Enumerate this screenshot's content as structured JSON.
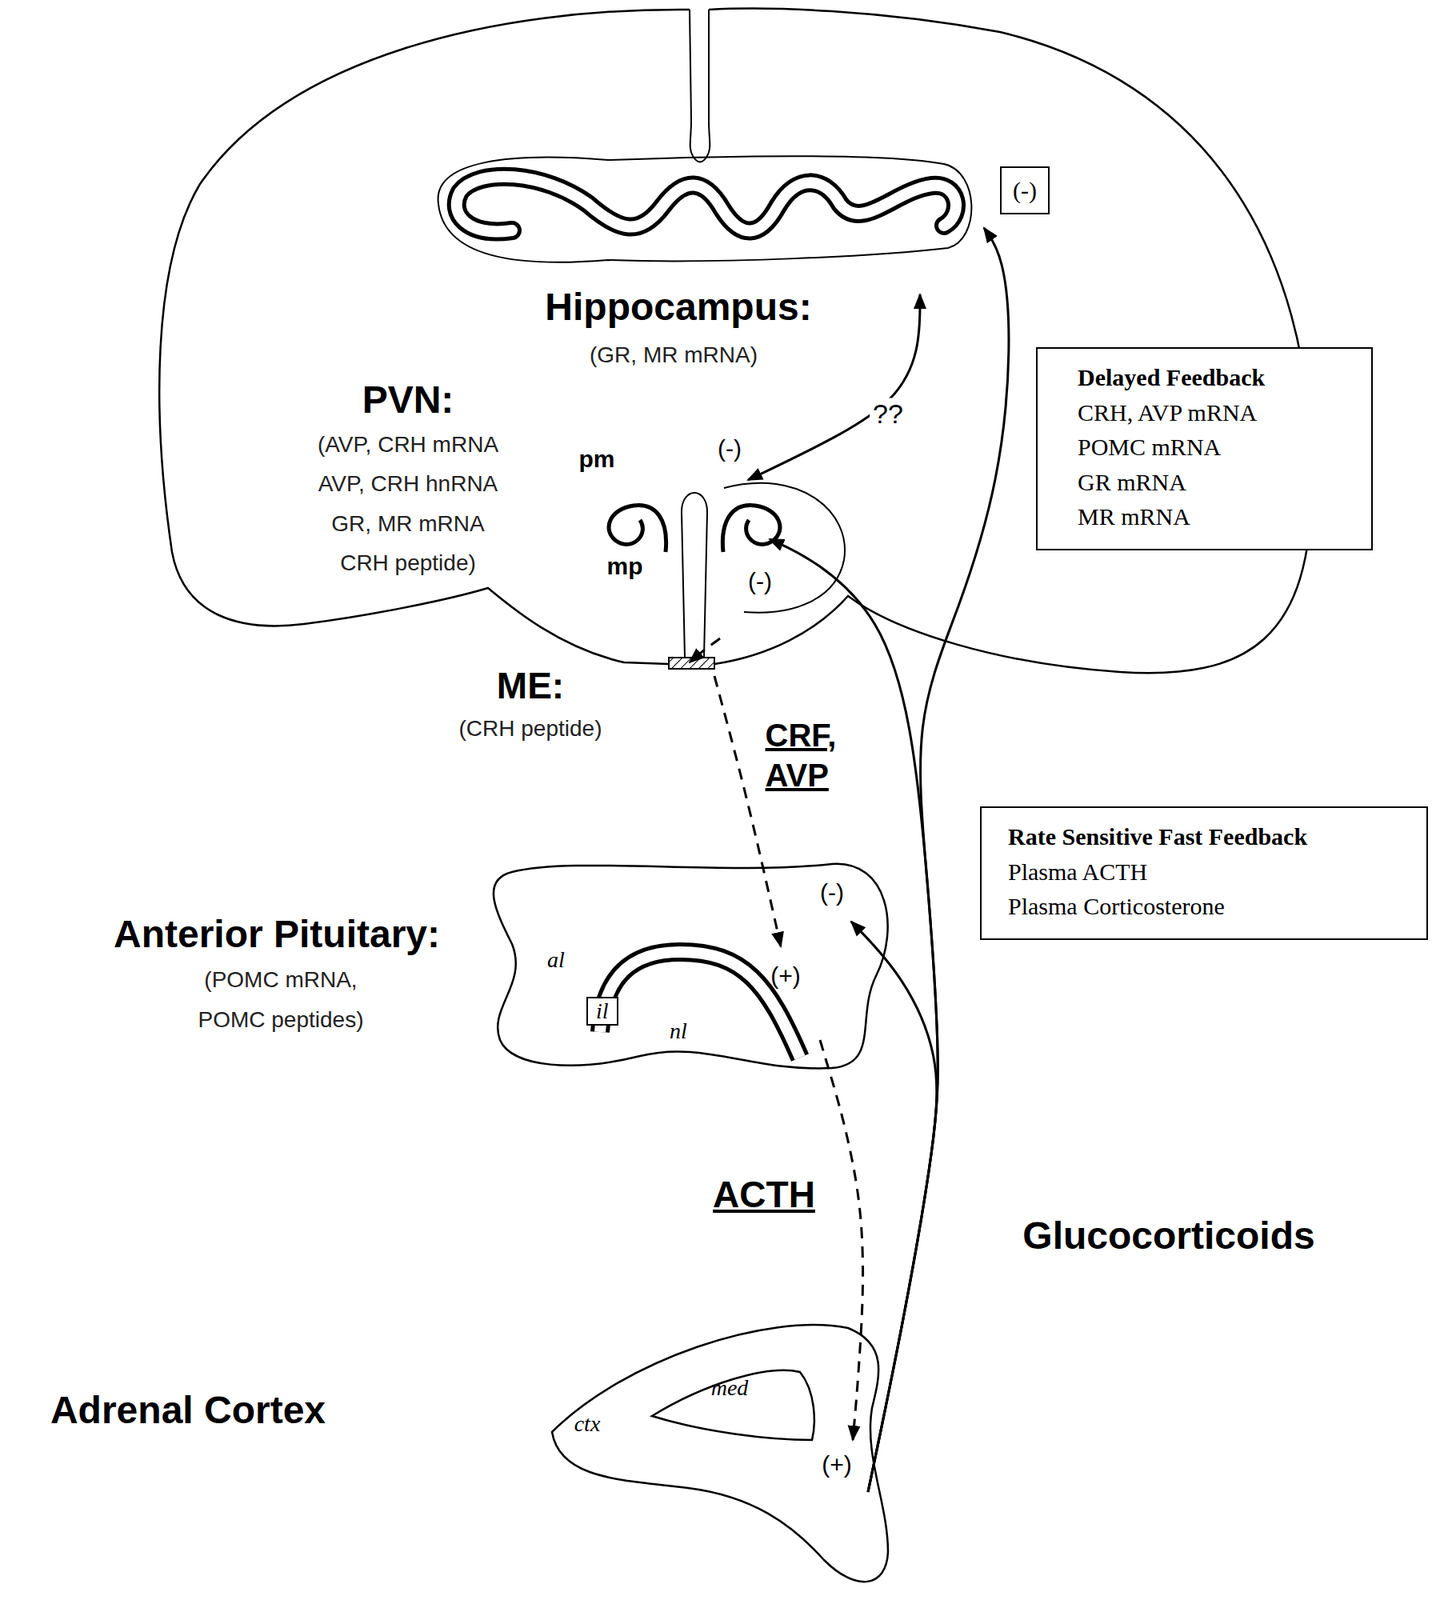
{
  "diagram": {
    "nodes": [
      {
        "text": [
          "Hippocampus:",
          "(GR, MR mRNA)"
        ]
      },
      {
        "text": [
          "(-)"
        ]
      },
      {
        "text": [
          "PVN:",
          "(AVP, CRH mRNA",
          "AVP, CRH hnRNA",
          "GR, MR mRNA",
          "CRH peptide)"
        ]
      },
      {
        "text": [
          "Delayed Feedback",
          "CRH, AVP mRNA",
          "POMC mRNA",
          "GR mRNA",
          "MR mRNA"
        ]
      },
      {
        "text": [
          "ME:",
          "(CRH peptide)"
        ]
      },
      {
        "text": [
          "Rate Sensitive Fast Feedback",
          "Plasma ACTH",
          "Plasma Corticosterone"
        ]
      },
      {
        "text": [
          "Anterior Pituitary:",
          "(POMC mRNA, POMC peptides)"
        ]
      },
      {
        "text": [
          "il"
        ],
        "in": 6
      },
      {
        "text": [
          "Adrenal Cortex"
        ]
      }
    ],
    "edges": [
      {
        "from": 2,
        "to": 4,
        "arrow": "to"
      },
      {
        "from": 4,
        "to": 6,
        "label": "CRF, AVP",
        "arrow": "to"
      },
      {
        "from": 6,
        "to": 8,
        "label": "ACTH",
        "arrow": "to"
      },
      {
        "from": 8,
        "to": 6,
        "arrow": "to"
      },
      {
        "from": 8,
        "to": 2,
        "arrow": "to"
      },
      {
        "from": 8,
        "to": 0,
        "arrow": "to"
      },
      {
        "from": 0,
        "to": 2,
        "label": "??",
        "arrow": "both"
      }
    ],
    "labels": [
      "pm",
      "(-)",
      "mp",
      "(-)",
      "(-)",
      "al",
      "(+)",
      "nl",
      "Glucocorticoids",
      "med",
      "ctx",
      "(+)"
    ]
  }
}
